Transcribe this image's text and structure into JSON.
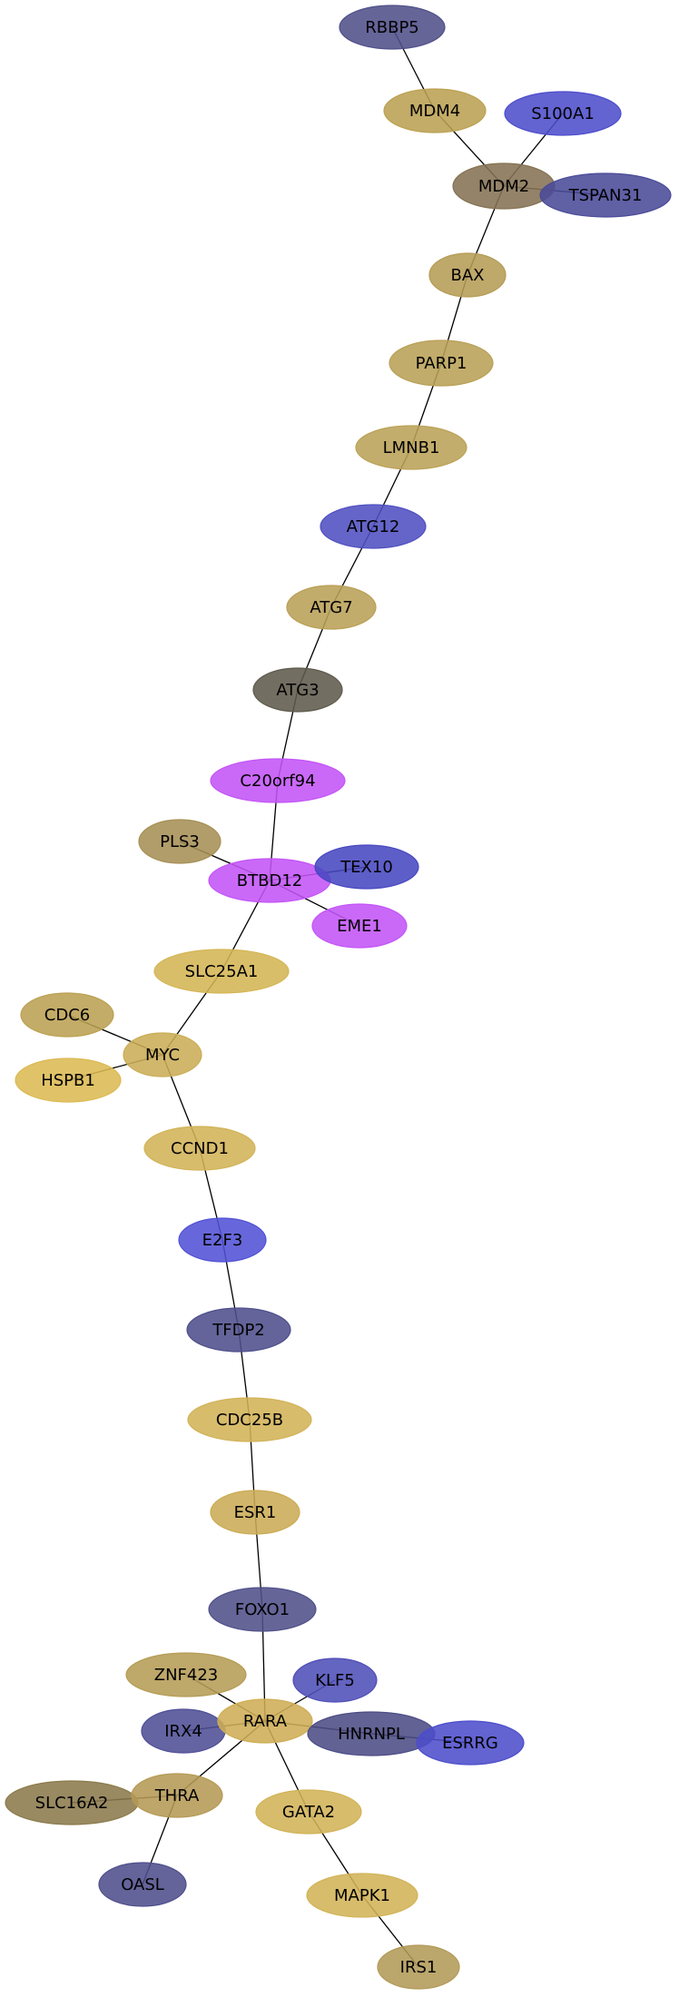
{
  "nodes": [
    {
      "id": "RBBP5",
      "label": "RBBP5",
      "color": "#50508a"
    },
    {
      "id": "MDM4",
      "label": "MDM4",
      "color": "#bba152"
    },
    {
      "id": "S100A1",
      "label": "S100A1",
      "color": "#4d4dcc"
    },
    {
      "id": "MDM2",
      "label": "MDM2",
      "color": "#857253"
    },
    {
      "id": "TSPAN31",
      "label": "TSPAN31",
      "color": "#4a4a99"
    },
    {
      "id": "BAX",
      "label": "BAX",
      "color": "#b59c55"
    },
    {
      "id": "PARP1",
      "label": "PARP1",
      "color": "#b8a056"
    },
    {
      "id": "LMNB1",
      "label": "LMNB1",
      "color": "#bba258"
    },
    {
      "id": "ATG12",
      "label": "ATG12",
      "color": "#5050c2"
    },
    {
      "id": "ATG7",
      "label": "ATG7",
      "color": "#b9a056"
    },
    {
      "id": "ATG3",
      "label": "ATG3",
      "color": "#5e5a4c"
    },
    {
      "id": "C20orf94",
      "label": "C20orf94",
      "color": "#c354f7"
    },
    {
      "id": "PLS3",
      "label": "PLS3",
      "color": "#a68f55"
    },
    {
      "id": "BTBD12",
      "label": "BTBD12",
      "color": "#c354f7"
    },
    {
      "id": "TEX10",
      "label": "TEX10",
      "color": "#4848c2"
    },
    {
      "id": "EME1",
      "label": "EME1",
      "color": "#c354f7"
    },
    {
      "id": "SLC25A1",
      "label": "SLC25A1",
      "color": "#d4b554"
    },
    {
      "id": "CDC6",
      "label": "CDC6",
      "color": "#bba152"
    },
    {
      "id": "MYC",
      "label": "MYC",
      "color": "#cbad56"
    },
    {
      "id": "HSPB1",
      "label": "HSPB1",
      "color": "#dcba53"
    },
    {
      "id": "CCND1",
      "label": "CCND1",
      "color": "#d2b358"
    },
    {
      "id": "E2F3",
      "label": "E2F3",
      "color": "#5252d6"
    },
    {
      "id": "TFDP2",
      "label": "TFDP2",
      "color": "#4f4f8c"
    },
    {
      "id": "CDC25B",
      "label": "CDC25B",
      "color": "#d2b358"
    },
    {
      "id": "ESR1",
      "label": "ESR1",
      "color": "#cbab55"
    },
    {
      "id": "FOXO1",
      "label": "FOXO1",
      "color": "#50508a"
    },
    {
      "id": "ZNF423",
      "label": "ZNF423",
      "color": "#b59c55"
    },
    {
      "id": "KLF5",
      "label": "KLF5",
      "color": "#4f4fb8"
    },
    {
      "id": "IRX4",
      "label": "IRX4",
      "color": "#4f4f96"
    },
    {
      "id": "RARA",
      "label": "RARA",
      "color": "#cead55"
    },
    {
      "id": "HNRNPL",
      "label": "HNRNPL",
      "color": "#4c4c85"
    },
    {
      "id": "ESRRG",
      "label": "ESRRG",
      "color": "#4d4dcc"
    },
    {
      "id": "SLC16A2",
      "label": "SLC16A2",
      "color": "#8b7a4c"
    },
    {
      "id": "THRA",
      "label": "THRA",
      "color": "#b59a55"
    },
    {
      "id": "GATA2",
      "label": "GATA2",
      "color": "#d2b358"
    },
    {
      "id": "OASL",
      "label": "OASL",
      "color": "#4f4f8c"
    },
    {
      "id": "MAPK1",
      "label": "MAPK1",
      "color": "#d2b358"
    },
    {
      "id": "IRS1",
      "label": "IRS1",
      "color": "#b29a58"
    }
  ],
  "edges": [
    [
      "RBBP5",
      "MDM4"
    ],
    [
      "MDM4",
      "MDM2"
    ],
    [
      "S100A1",
      "MDM2"
    ],
    [
      "MDM2",
      "TSPAN31"
    ],
    [
      "MDM2",
      "BAX"
    ],
    [
      "BAX",
      "PARP1"
    ],
    [
      "PARP1",
      "LMNB1"
    ],
    [
      "LMNB1",
      "ATG12"
    ],
    [
      "ATG12",
      "ATG7"
    ],
    [
      "ATG7",
      "ATG3"
    ],
    [
      "ATG3",
      "C20orf94"
    ],
    [
      "C20orf94",
      "BTBD12"
    ],
    [
      "PLS3",
      "BTBD12"
    ],
    [
      "BTBD12",
      "TEX10"
    ],
    [
      "BTBD12",
      "EME1"
    ],
    [
      "BTBD12",
      "SLC25A1"
    ],
    [
      "SLC25A1",
      "MYC"
    ],
    [
      "CDC6",
      "MYC"
    ],
    [
      "HSPB1",
      "MYC"
    ],
    [
      "MYC",
      "CCND1"
    ],
    [
      "CCND1",
      "E2F3"
    ],
    [
      "E2F3",
      "TFDP2"
    ],
    [
      "TFDP2",
      "CDC25B"
    ],
    [
      "CDC25B",
      "ESR1"
    ],
    [
      "ESR1",
      "FOXO1"
    ],
    [
      "FOXO1",
      "RARA"
    ],
    [
      "ZNF423",
      "RARA"
    ],
    [
      "KLF5",
      "RARA"
    ],
    [
      "IRX4",
      "RARA"
    ],
    [
      "RARA",
      "HNRNPL"
    ],
    [
      "HNRNPL",
      "ESRRG"
    ],
    [
      "RARA",
      "THRA"
    ],
    [
      "SLC16A2",
      "THRA"
    ],
    [
      "THRA",
      "OASL"
    ],
    [
      "RARA",
      "GATA2"
    ],
    [
      "GATA2",
      "MAPK1"
    ],
    [
      "MAPK1",
      "IRS1"
    ]
  ]
}
